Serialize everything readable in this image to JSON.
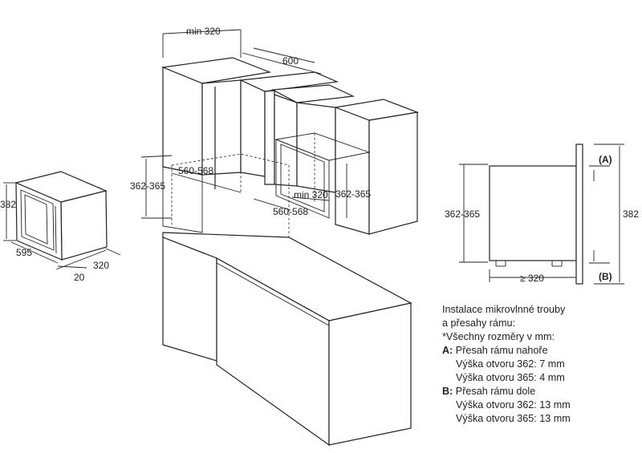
{
  "dimensions": {
    "min_width_top": "min 320",
    "depth_top": "600",
    "niche_width_left": "560-568",
    "niche_height_left": "362-365",
    "niche_depth_right": "min 320",
    "niche_height_right": "362-365",
    "niche_width_right": "560-568",
    "oven_height": "382",
    "oven_width": "595",
    "oven_depth": "320",
    "oven_frame": "20",
    "section_height": "362-365",
    "section_total_height": "382",
    "section_depth": "≥ 320",
    "section_label_a": "(A)",
    "section_label_b": "(B)"
  },
  "notes": {
    "title_line1": "Instalace mikrovlnné trouby",
    "title_line2": "a přesahy rámu:",
    "title_line3": "*Všechny rozměry v mm:",
    "a_key": "A:",
    "a_text": "Přesah rámu nahoře",
    "a_line1": "Výška otvoru 362: 7 mm",
    "a_line2": "Výška otvoru 365: 4 mm",
    "b_key": "B:",
    "b_text": "Přesah rámu dole",
    "b_line1": "Výška otvoru 362: 13 mm",
    "b_line2": "Výška otvoru 365: 13 mm"
  }
}
